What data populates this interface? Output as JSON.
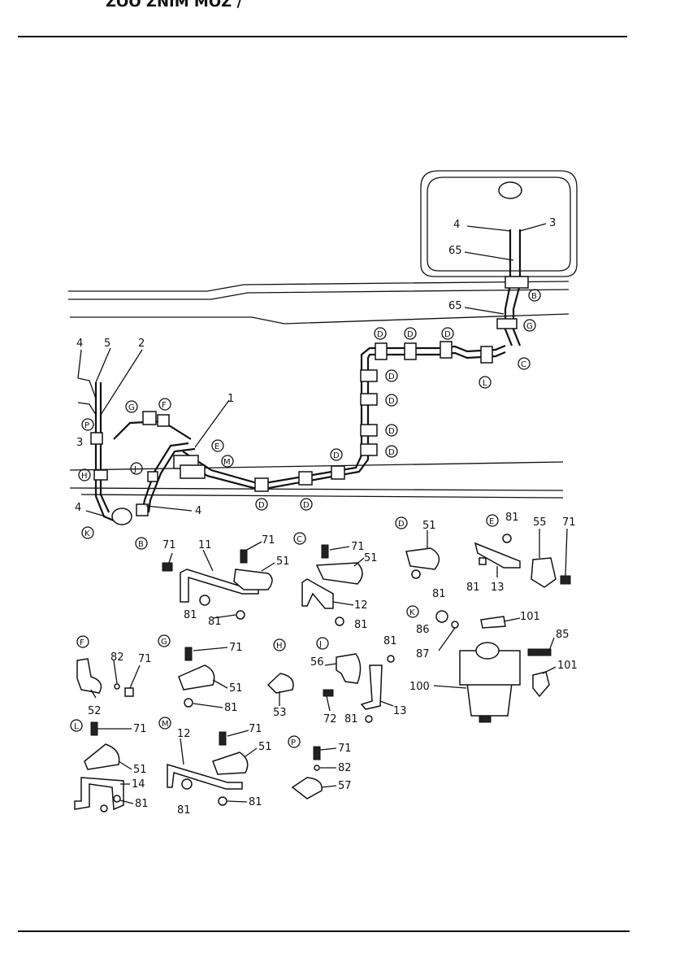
{
  "header_fragment": "ZOO  ZNIM  MOZ  /",
  "part_numbers": {
    "p1": "1",
    "p2": "2",
    "p3": "3",
    "p4": "4",
    "p5": "5",
    "p11": "11",
    "p12": "12",
    "p13": "13",
    "p14": "14",
    "p51": "51",
    "p52": "52",
    "p53": "53",
    "p55": "55",
    "p56": "56",
    "p57": "57",
    "p65": "65",
    "p71": "71",
    "p72": "72",
    "p81": "81",
    "p82": "82",
    "p85": "85",
    "p86": "86",
    "p87": "87",
    "p100": "100",
    "p101": "101"
  },
  "detail_letters": {
    "B": "B",
    "C": "C",
    "D": "D",
    "E": "E",
    "F": "F",
    "G": "G",
    "H": "H",
    "J": "J",
    "K": "K",
    "L": "L",
    "M": "M",
    "P": "P"
  }
}
